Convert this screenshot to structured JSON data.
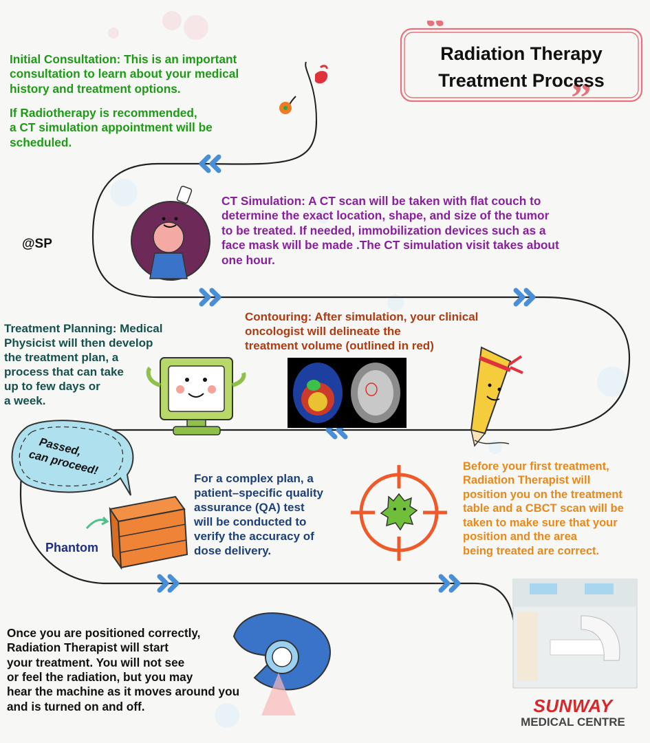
{
  "title": {
    "line1": "Radiation Therapy",
    "line2": "Treatment Process"
  },
  "watermark": "@SP",
  "steps": {
    "consultation": {
      "p1": [
        "Initial Consultation: This is an important",
        "consultation to learn about your medical",
        "history and treatment options."
      ],
      "p2": [
        "If Radiotherapy is recommended,",
        "a CT simulation appointment will be",
        "scheduled."
      ]
    },
    "ct_simulation": {
      "lines": [
        "CT Simulation: A CT scan will be taken with flat couch to",
        "determine the exact location, shape, and size of the tumor",
        "to be treated. If needed, immobilization devices such as a",
        "face mask will be made .The CT simulation visit takes about",
        "one hour."
      ]
    },
    "contouring": {
      "lines": [
        "Contouring: After simulation, your clinical",
        "oncologist will delineate the",
        "treatment volume (outlined in red)"
      ]
    },
    "planning": {
      "lines": [
        "Treatment Planning: Medical",
        "Physicist will then develop",
        "the treatment plan, a",
        "process that can take",
        "up to few days or",
        "a week."
      ]
    },
    "qa": {
      "bubble_line1": "Passed,",
      "bubble_line2": "can proceed!",
      "phantom_label": "Phantom",
      "lines": [
        "For a complex plan, a",
        "patient–specific quality",
        "assurance (QA) test",
        "will be conducted to",
        "verify the accuracy of",
        "dose delivery."
      ]
    },
    "positioning": {
      "lines": [
        "Before your first treatment,",
        "Radiation Therapist will",
        "position you on the treatment",
        "table and a CBCT scan will be",
        "taken to make sure that your",
        "position and the area",
        "being treated are correct."
      ]
    },
    "treatment": {
      "lines": [
        "Once you are positioned correctly,",
        "Radiation Therapist will start",
        "your treatment. You will not see",
        "or feel the radiation, but you may",
        "hear the machine as it moves around you",
        "and is turned on and off."
      ]
    }
  },
  "logo": {
    "brand": "SUNWAY",
    "sub": "MEDICAL CENTRE"
  },
  "colors": {
    "green": "#1f9a17",
    "purple": "#8a1f9e",
    "rust": "#b23a10",
    "teal": "#15504d",
    "navy": "#1d3f7a",
    "orange": "#e8881a",
    "black": "#111111",
    "arrow_blue": "#4a8fd6",
    "brand_red": "#d8262a"
  }
}
